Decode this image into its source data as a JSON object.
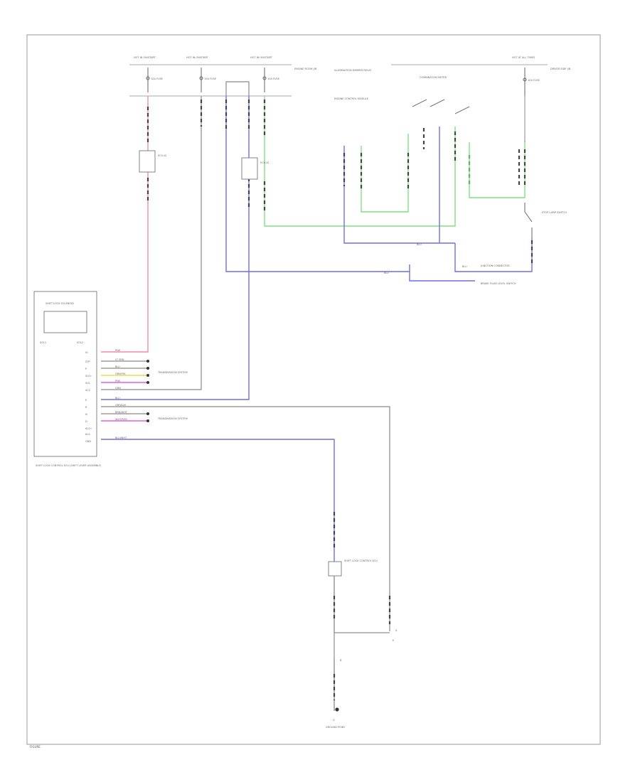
{
  "labels": {
    "fuse1_header": "HOT IN ON/START",
    "fuse2_header": "HOT IN ON/START",
    "fuse3_header": "HOT IN ON/START",
    "fuse_right_header": "HOT AT ALL TIMES",
    "fuse1": "10A FUSE",
    "fuse2": "10A FUSE",
    "fuse3": "10A FUSE",
    "fuse_right": "10A FUSE",
    "engine_room_box": "ENGINE ROOM J/B",
    "driver_jb": "DRIVER SIDE J/B",
    "ecu_top_left": "ECU-IG",
    "ecu_top_right": "ECU-IG",
    "shift_lock_ctrl": "SHIFT LOCK CONTROL ECU",
    "stop_lamp_sw": "STOP LAMP SWITCH",
    "connector_a": "A",
    "connector_b": "B",
    "shift_lock_solenoid": "SHIFT LOCK SOLENOID",
    "sol1": "SOL1",
    "sol2": "SOL2",
    "transmission_system_1": "TRANSMISSION SYSTEM",
    "transmission_system_2": "TRANSMISSION SYSTEM",
    "module_caption": "SHIFT LOCK CONTROL ECU (SHIFT LEVER ASSEMBLY)",
    "ground_point": "GROUND POINT",
    "ground_caption": "G",
    "footer": "FIGURE",
    "wire_colors": [
      "PNK",
      "LT GRN",
      "BLU",
      "GRN/YEL",
      "PNK",
      "GRN",
      "BLU",
      "GRY/BLK",
      "BRN/WHT",
      "WHT/RED",
      "BLU/WHT",
      "BLU",
      "BLU",
      "BLU"
    ],
    "pin_labels": [
      "IG",
      "STP",
      "P",
      "SLS+",
      "SLS-",
      "ACC",
      "E",
      "R",
      "N",
      "D",
      "KLS+",
      "KLS-",
      "GND"
    ],
    "relay_label": "ILLUMINATION DIMMER RELAY",
    "relay_note": "ENGINE CONTROL MODULE",
    "combination_meter": "COMBINATION METER",
    "right_box": "BRAKE FLUID LEVEL SWITCH",
    "junction_label": "JUNCTION CONNECTOR",
    "e_label": "E"
  },
  "colors": {
    "pink": "#f28ab0",
    "blue": "#6e6ee8",
    "green": "#7fe07f",
    "yellow": "#e8e050",
    "magenta": "#e060e0",
    "gray": "#8a8a8a"
  }
}
